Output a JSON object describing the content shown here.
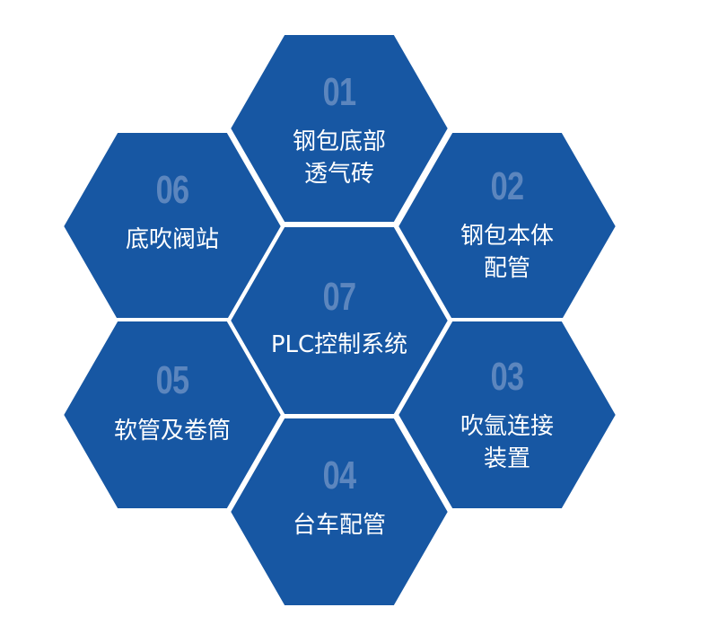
{
  "diagram": {
    "type": "honeycomb",
    "colors": {
      "hex_fill": "#1757a3",
      "number": "#5c86be",
      "label": "#ffffff",
      "gap": "#ffffff",
      "background": "#ffffff"
    },
    "center": {
      "number": "07",
      "label": "PLC控制系统"
    },
    "items": [
      {
        "number": "01",
        "label": "钢包底部\n透气砖",
        "position": "top"
      },
      {
        "number": "02",
        "label": "钢包本体\n配管",
        "position": "upper-right"
      },
      {
        "number": "03",
        "label": "吹氩连接\n装置",
        "position": "lower-right"
      },
      {
        "number": "04",
        "label": "台车配管",
        "position": "bottom"
      },
      {
        "number": "05",
        "label": "软管及卷筒",
        "position": "lower-left"
      },
      {
        "number": "06",
        "label": "底吹阀站",
        "position": "upper-left"
      }
    ]
  }
}
